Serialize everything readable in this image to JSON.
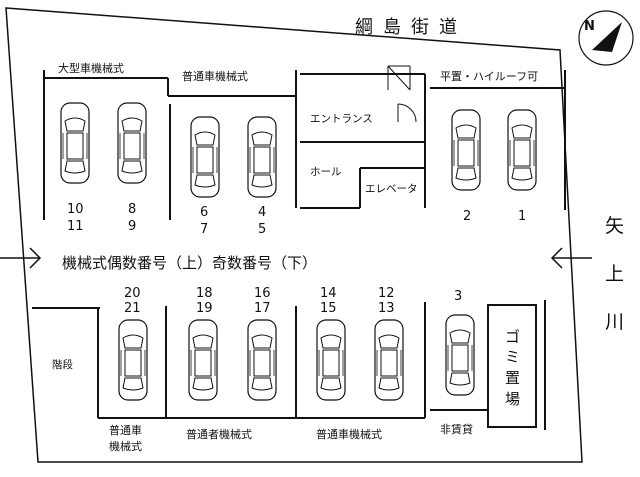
{
  "road_top": "綱島街道",
  "road_right": [
    "矢",
    "上",
    "川"
  ],
  "compass": "N",
  "sections": {
    "large_mech": "大型車機械式",
    "regular_mech_top": "普通車機械式",
    "flat_highroof": "平置・ハイルーフ可",
    "regular_mech_bottom_left": [
      "普通車",
      "機械式"
    ],
    "regular_mech_bottom_mid": "普通者機械式",
    "regular_mech_bottom_right": "普通車機械式",
    "not_for_rent": "非賃貸"
  },
  "rooms": {
    "entrance": "エントランス",
    "hall": "ホール",
    "elevator": "エレベータ",
    "stairs": "階段",
    "garbage": [
      "ゴ",
      "ミ",
      "置",
      "場"
    ]
  },
  "note": "機械式偶数番号（上）奇数番号（下）",
  "spot_numbers_top": [
    {
      "upper": "10",
      "lower": "11"
    },
    {
      "upper": "8",
      "lower": "9"
    },
    {
      "upper": "6",
      "lower": "7"
    },
    {
      "upper": "4",
      "lower": "5"
    },
    {
      "upper": "2",
      "lower": ""
    },
    {
      "upper": "1",
      "lower": ""
    }
  ],
  "spot_numbers_bottom": [
    {
      "upper": "20",
      "lower": "21"
    },
    {
      "upper": "18",
      "lower": "19"
    },
    {
      "upper": "16",
      "lower": "17"
    },
    {
      "upper": "14",
      "lower": "15"
    },
    {
      "upper": "12",
      "lower": "13"
    },
    {
      "upper": "3",
      "lower": ""
    }
  ]
}
